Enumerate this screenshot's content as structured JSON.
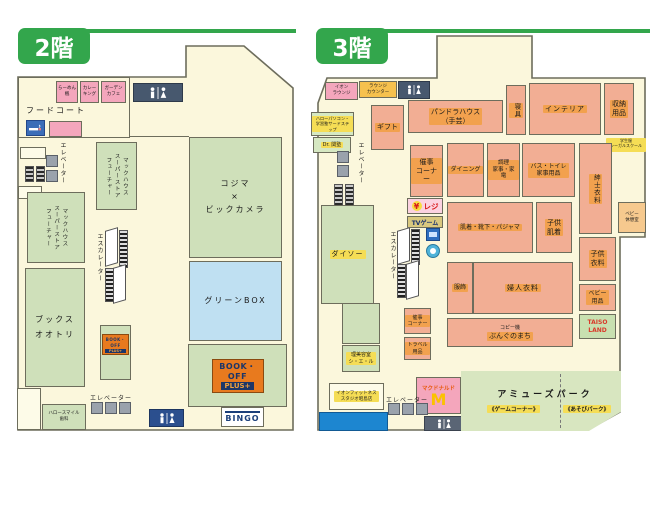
{
  "palette": {
    "accent_green": "#33a64c",
    "map_cream": "#fbf7dc",
    "store_green": "#cfe0ba",
    "sales_salmon": "#f2ae94",
    "restaurant_pink": "#f4a6bc",
    "greenbox_blue": "#bfe0f2",
    "bookoff_orange": "#e87a1e",
    "bookoff_navy": "#1c3668",
    "walkway_blue": "#1d86d0",
    "label_orange": "#f2a14e",
    "label_yellow": "#f5dd55"
  },
  "shared": {
    "elevator": "エレベーター",
    "escalator": "エスカレーター"
  },
  "f2": {
    "badge": "2階",
    "food_court": "フードコート",
    "restaurant_1": "らーめん\n楓",
    "restaurant_2": "カレー\nキング",
    "restaurant_3": "ガーデン\nカフェ",
    "mac_house": "マックハウス\nスーパーストア\nフューチャー",
    "kojima": "コジマ\n×\nビックカメラ",
    "green_box": "グリーンBOX",
    "books_ootori": "ブックス\nオオトリ",
    "bookoff_line1": "BOOK・OFF",
    "bookoff_line2": "PLUS+",
    "bingo": "BINGO",
    "dental": "ハロースマイル\n歯科"
  },
  "f3": {
    "badge": "3階",
    "aeon_lounge": "イオン\nラウンジ",
    "lounge_counter": "ラウンジ\nカウンター",
    "pc_school": "ハローパソコン・\n学習塾サードステップ",
    "kanjuku": "Dr. 関塾",
    "gift": "ギフト",
    "pandora": "パンドラハウス\n（手芸）",
    "bedding": "寝具",
    "interior": "インテリア",
    "storage": "収納\n用品",
    "school_uniform": "学生服\nシーガルスクール",
    "event_corner_1": "催事\nコーナー",
    "dining": "ダイニング",
    "cooking": "調理\n家事・家電",
    "bath_toilet": "バス・トイレ\n家事用品",
    "mens": "紳士衣料",
    "yen": "¥",
    "register": "レジ",
    "tv_game": "TVゲーム",
    "underwear": "肌着・靴下・パジャマ",
    "kids_underwear": "子供\n肌着",
    "kids_clothing": "子供\n衣料",
    "baby_rest": "ベビー\n休憩室",
    "baby_goods": "ベビー\n用品",
    "taiso": "TAISO\nLAND",
    "accessories": "服飾",
    "womens": "婦人衣料",
    "copier": "コピー機",
    "stationery": "ぶんぐのまち",
    "event_corner_2": "催事\nコーナー",
    "travel": "トラベル\n用品",
    "daiso": "ダイソー",
    "salon": "理美容室\nシ・エ・ル",
    "fitness": "イオンフィットネス\nスタジオ昭島店",
    "mcdonalds": "マクドナルド",
    "mcdonalds_m": "M",
    "amuse_park": "アミューズパーク",
    "game_corner": "《ゲームコーナー》",
    "asobi_park": "《あそびパーク》"
  }
}
